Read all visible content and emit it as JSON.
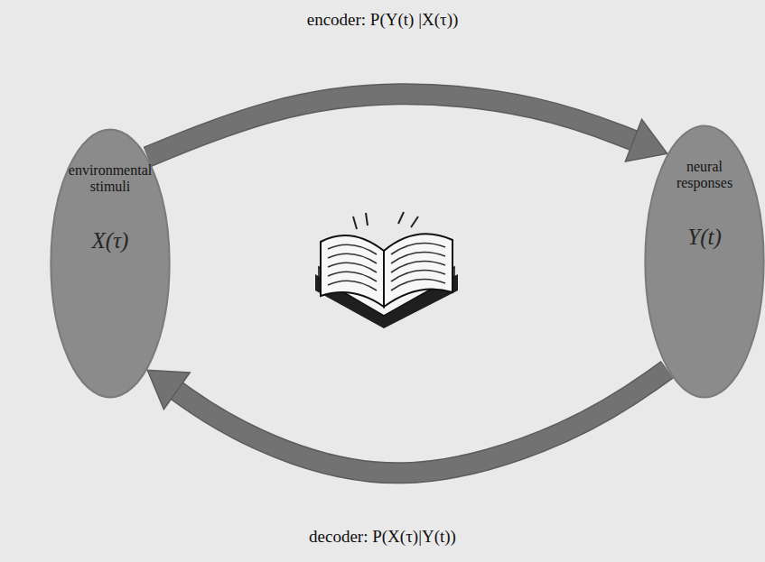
{
  "diagram": {
    "nodes": [
      {
        "text": [
          "environmental stimuli",
          "X(τ)"
        ]
      },
      {
        "text": [
          "neural responses",
          "Y(t)"
        ]
      }
    ],
    "edges": [
      {
        "from": 0,
        "to": 1,
        "arrow": "to",
        "label": "encoder: P(Y(t) |X(τ))"
      },
      {
        "from": 1,
        "to": 0,
        "arrow": "to",
        "label": "decoder: P(X(τ)|Y(t))"
      }
    ]
  }
}
